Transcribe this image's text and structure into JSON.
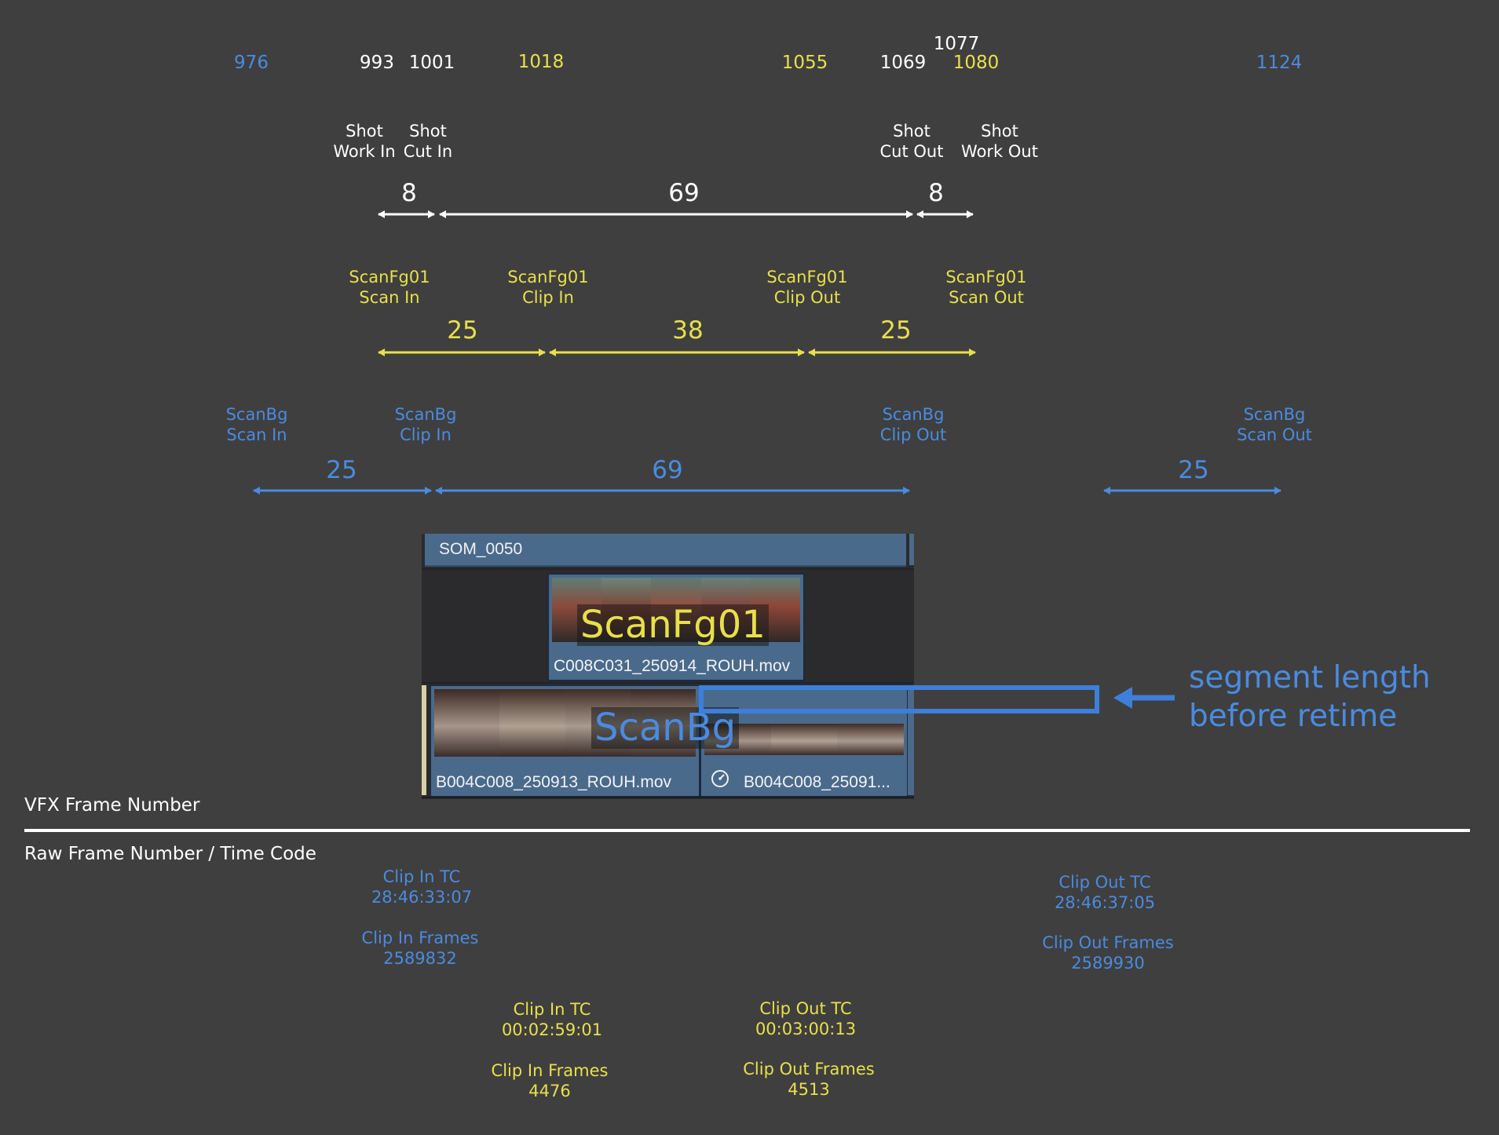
{
  "frame_numbers": {
    "bg_scan_in": "976",
    "shot_work_in": "993",
    "shot_cut_in": "1001",
    "fg_clip_in": "1018",
    "fg_clip_out": "1055",
    "shot_cut_out": "1069",
    "shot_work_out": "1077",
    "fg_scan_out": "1080",
    "bg_scan_out": "1124"
  },
  "shot_labels": {
    "work_in": [
      "Shot",
      "Work In"
    ],
    "cut_in": [
      "Shot",
      "Cut In"
    ],
    "cut_out": [
      "Shot",
      "Cut Out"
    ],
    "work_out": [
      "Shot",
      "Work Out"
    ]
  },
  "shot_spans": {
    "handle_head": "8",
    "cut": "69",
    "handle_tail": "8"
  },
  "fg_labels": {
    "scan_in": [
      "ScanFg01",
      "Scan In"
    ],
    "clip_in": [
      "ScanFg01",
      "Clip In"
    ],
    "clip_out": [
      "ScanFg01",
      "Clip Out"
    ],
    "scan_out": [
      "ScanFg01",
      "Scan Out"
    ]
  },
  "fg_spans": {
    "head": "25",
    "clip": "38",
    "tail": "25"
  },
  "bg_labels": {
    "scan_in": [
      "ScanBg",
      "Scan In"
    ],
    "clip_in": [
      "ScanBg",
      "Clip In"
    ],
    "clip_out": [
      "ScanBg",
      "Clip Out"
    ],
    "scan_out": [
      "ScanBg",
      "Scan Out"
    ]
  },
  "bg_spans": {
    "head": "25",
    "clip": "69",
    "tail": "25"
  },
  "timeline": {
    "sequence_name": "SOM_0050",
    "fg_clip_file": "C008C031_250914_ROUH.mov",
    "fg_overlay_label": "ScanFg01",
    "bg_clip_file": "B004C008_250913_ROUH.mov",
    "bg_clip2_file": "B004C008_25091...",
    "bg_overlay_label": "ScanBg"
  },
  "annotation": {
    "line1": "segment length",
    "line2": "before retime"
  },
  "section_labels": {
    "vfx": "VFX Frame Number",
    "raw": "Raw Frame Number / Time Code"
  },
  "bg_raw": {
    "clip_in_tc_label": "Clip In TC",
    "clip_in_tc": "28:46:33:07",
    "clip_in_frames_label": "Clip In Frames",
    "clip_in_frames": "2589832",
    "clip_out_tc_label": "Clip Out TC",
    "clip_out_tc": "28:46:37:05",
    "clip_out_frames_label": "Clip Out Frames",
    "clip_out_frames": "2589930"
  },
  "fg_raw": {
    "clip_in_tc_label": "Clip In TC",
    "clip_in_tc": "00:02:59:01",
    "clip_in_frames_label": "Clip In Frames",
    "clip_in_frames": "4476",
    "clip_out_tc_label": "Clip Out TC",
    "clip_out_tc": "00:03:00:13",
    "clip_out_frames_label": "Clip Out Frames",
    "clip_out_frames": "4513"
  },
  "colors": {
    "shot": "#ffffff",
    "fg": "#e8e04a",
    "bg": "#4a8be0",
    "background": "#3f3f3f"
  }
}
